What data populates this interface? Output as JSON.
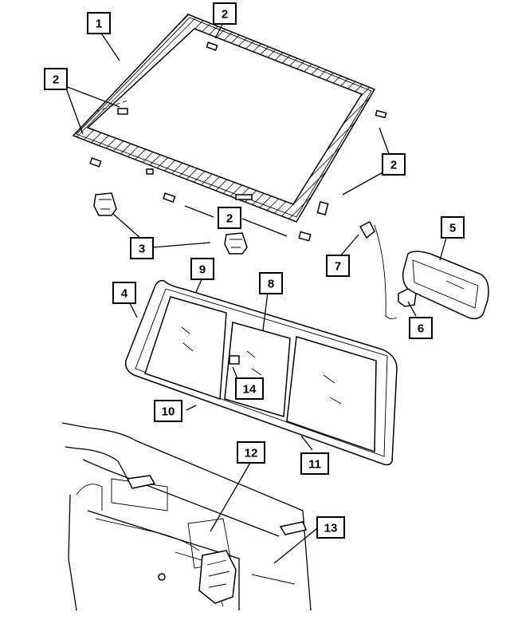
{
  "colors": {
    "ink": "#000000",
    "paper": "#ffffff"
  },
  "callouts": {
    "c1": "1",
    "c2a": "2",
    "c2b": "2",
    "c2c": "2",
    "c2d": "2",
    "c3": "3",
    "c4": "4",
    "c5": "5",
    "c6": "6",
    "c7": "7",
    "c8": "8",
    "c9": "9",
    "c10": "10",
    "c11": "11",
    "c12": "12",
    "c13": "13",
    "c14": "14"
  }
}
